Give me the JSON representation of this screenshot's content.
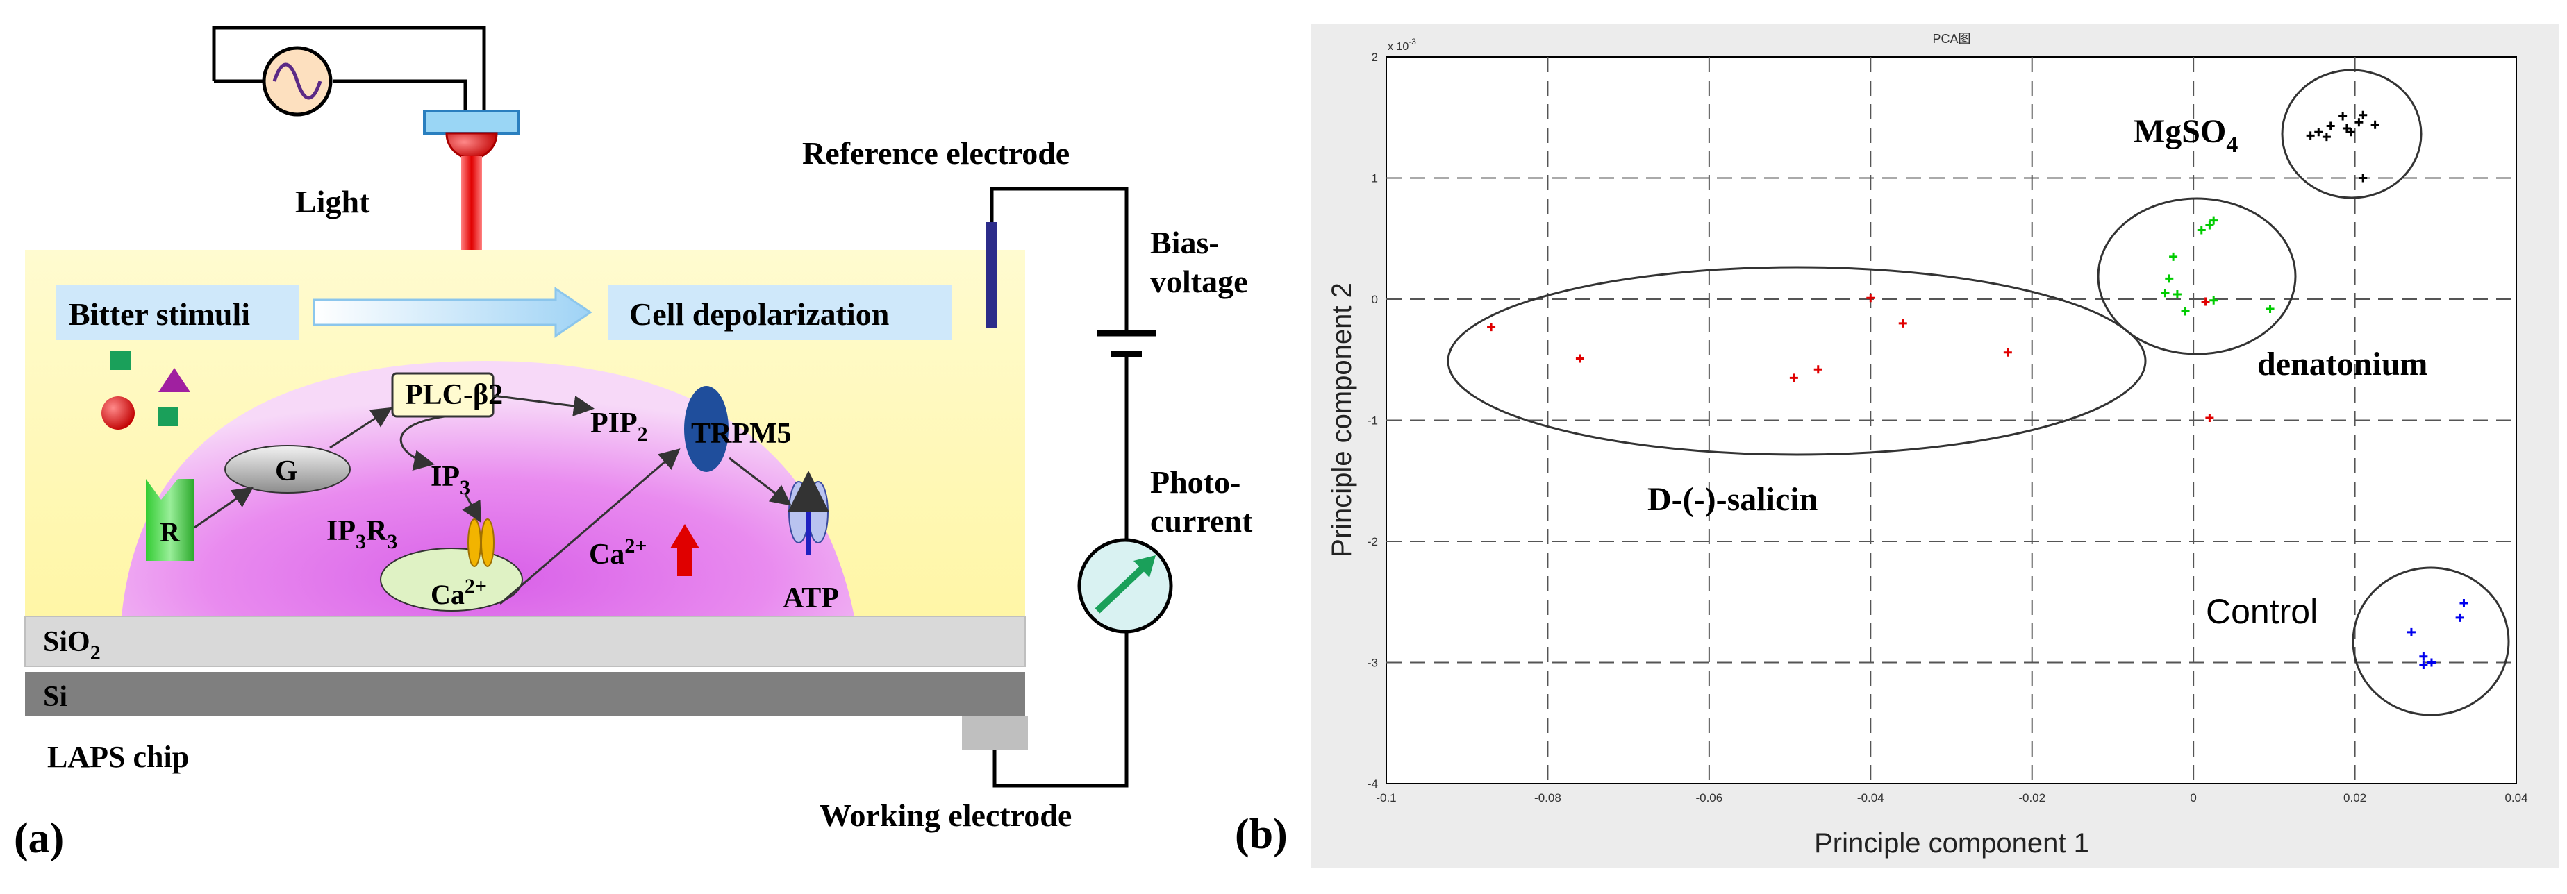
{
  "panel_a": {
    "panel_label": "(a)",
    "light": "Light",
    "reference_electrode": "Reference electrode",
    "bias_voltage_line1": "Bias-",
    "bias_voltage_line2": "voltage",
    "photo_current_line1": "Photo-",
    "photo_current_line2": "current",
    "working_electrode": "Working electrode",
    "bitter_stimuli": "Bitter stimuli",
    "cell_depolarization": "Cell depolarization",
    "plc": "PLC-β2",
    "pip2": "PIP",
    "pip2_sub": "2",
    "trpm5": "TRPM5",
    "g_protein": "G",
    "receptor": "R",
    "ip3": "IP",
    "ip3_sub": "3",
    "ip3r3_a": "IP",
    "ip3r3_sub1": "3",
    "ip3r3_b": "R",
    "ip3r3_sub2": "3",
    "ca_store": "Ca",
    "ca_store_sup": "2+",
    "ca_ion": "Ca",
    "ca_ion_sup": "2+",
    "atp": "ATP",
    "sio2": "SiO",
    "sio2_sub": "2",
    "si": "Si",
    "laps_chip": "LAPS chip",
    "colors": {
      "cell_yellow": "#fff9b8",
      "cell_pink": "#e98bef",
      "box_blue": "#cfe8fa",
      "sio2_gray": "#d9d9d9",
      "si_gray": "#7f7f7f",
      "light_red": "#e00000"
    }
  },
  "panel_b": {
    "panel_label": "(b)",
    "chart_data": {
      "type": "scatter",
      "title": "PCA图",
      "xlabel": "Principle component 1",
      "ylabel": "Principle component 2",
      "y_exponent": "x 10",
      "y_exponent_sup": "-3",
      "xlim": [
        -0.1,
        0.04
      ],
      "ylim": [
        -4,
        2
      ],
      "x_ticks": [
        -0.1,
        -0.08,
        -0.06,
        -0.04,
        -0.02,
        0,
        0.02,
        0.04
      ],
      "x_tick_labels": [
        "-0.1",
        "-0.08",
        "-0.06",
        "-0.04",
        "-0.02",
        "0",
        "0.02",
        "0.04"
      ],
      "y_ticks": [
        2,
        1,
        0,
        -1,
        -2,
        -3,
        -4
      ],
      "y_tick_labels": [
        "2",
        "1",
        "0",
        "-1",
        "-2",
        "-3",
        "-4"
      ],
      "grid": true,
      "series": [
        {
          "name": "MgSO4",
          "label_main": "MgSO",
          "label_sub": "4",
          "color": "#000000",
          "points": [
            [
              0.0145,
              1.35
            ],
            [
              0.0155,
              1.38
            ],
            [
              0.0165,
              1.34
            ],
            [
              0.017,
              1.43
            ],
            [
              0.0185,
              1.51
            ],
            [
              0.019,
              1.41
            ],
            [
              0.0195,
              1.38
            ],
            [
              0.0205,
              1.46
            ],
            [
              0.021,
              1.52
            ],
            [
              0.0225,
              1.44
            ],
            [
              0.021,
              1.0
            ]
          ]
        },
        {
          "name": "denatonium",
          "label_main": "denatonium",
          "color": "#00cc00",
          "points": [
            [
              0.001,
              0.57
            ],
            [
              0.002,
              0.61
            ],
            [
              0.0025,
              0.65
            ],
            [
              -0.0025,
              0.35
            ],
            [
              -0.003,
              0.17
            ],
            [
              -0.0035,
              0.05
            ],
            [
              -0.002,
              0.04
            ],
            [
              0.0025,
              -0.01
            ],
            [
              -0.001,
              -0.1
            ],
            [
              0.0095,
              -0.08
            ]
          ]
        },
        {
          "name": "D-(-)-salicin",
          "label_main": "D-(-)-salicin",
          "color": "#e00000",
          "points": [
            [
              -0.087,
              -0.23
            ],
            [
              -0.076,
              -0.49
            ],
            [
              -0.0495,
              -0.65
            ],
            [
              -0.0465,
              -0.58
            ],
            [
              -0.04,
              0.01
            ],
            [
              -0.036,
              -0.2
            ],
            [
              -0.023,
              -0.44
            ],
            [
              0.0015,
              -0.02
            ],
            [
              0.002,
              -0.98
            ]
          ]
        },
        {
          "name": "Control",
          "label_main": "Control",
          "color": "#0000ee",
          "points": [
            [
              0.027,
              -2.75
            ],
            [
              0.0285,
              -2.95
            ],
            [
              0.0295,
              -3.0
            ],
            [
              0.0285,
              -3.02
            ],
            [
              0.033,
              -2.63
            ],
            [
              0.0335,
              -2.51
            ]
          ]
        }
      ]
    }
  }
}
